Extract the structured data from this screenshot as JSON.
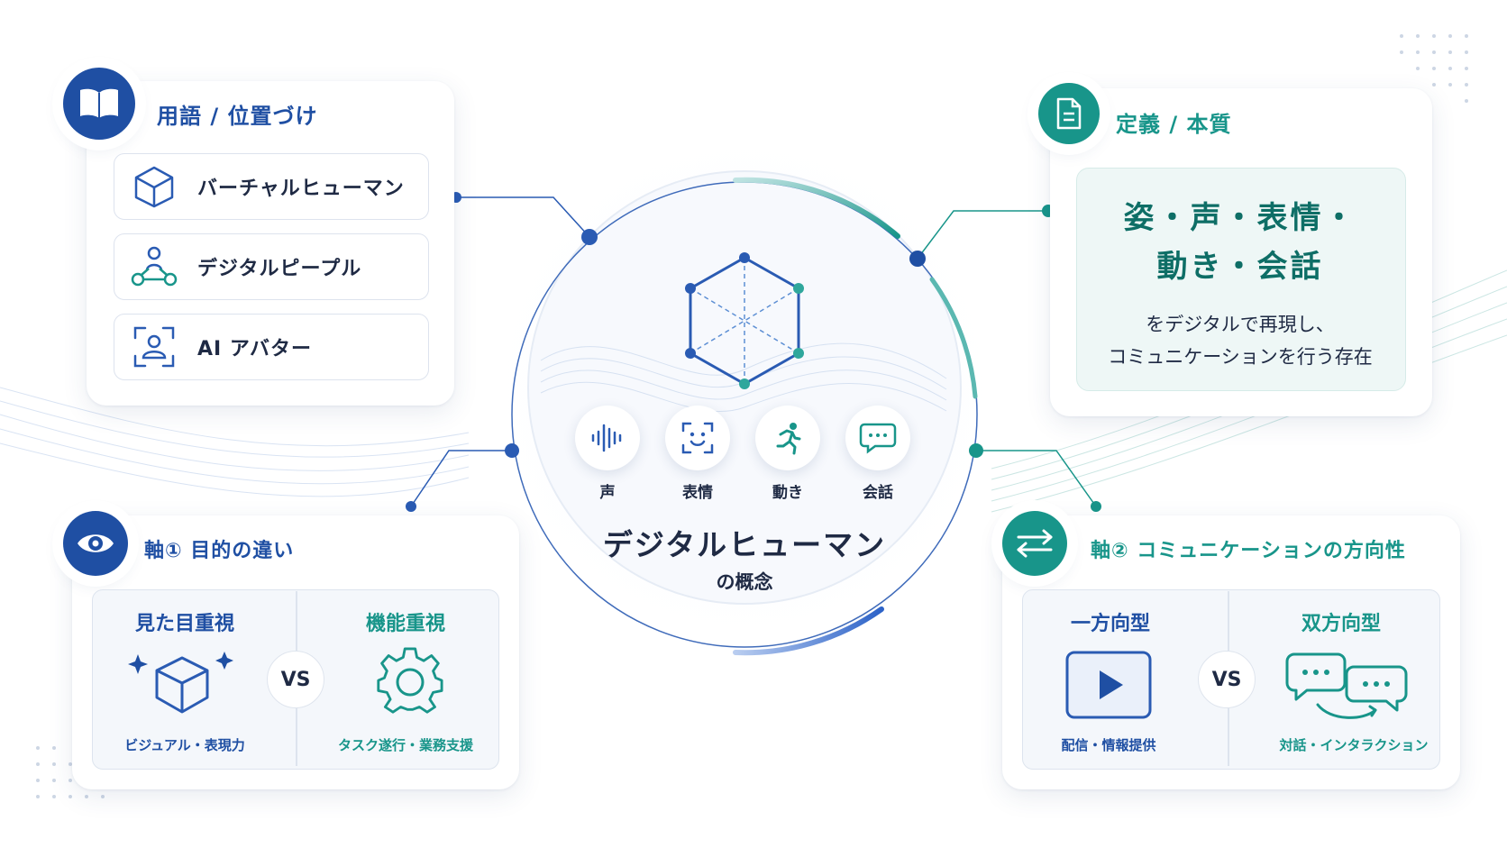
{
  "center": {
    "title": "デジタルヒューマン",
    "subtitle": "の概念",
    "features": [
      {
        "icon": "voice-wave-icon",
        "label": "声"
      },
      {
        "icon": "face-scan-icon",
        "label": "表情"
      },
      {
        "icon": "running-person-icon",
        "label": "動き"
      },
      {
        "icon": "chat-bubble-icon",
        "label": "会話"
      }
    ]
  },
  "terms_card": {
    "title": "用語 / 位置づけ",
    "icon": "book-icon",
    "items": [
      {
        "icon": "cube-icon",
        "label": "バーチャルヒューマン"
      },
      {
        "icon": "network-people-icon",
        "label": "デジタルピープル"
      },
      {
        "icon": "avatar-frame-icon",
        "label": "AI アバター"
      }
    ]
  },
  "definition_card": {
    "title": "定義 / 本質",
    "icon": "document-icon",
    "headline_line1": "姿・声・表情・",
    "headline_line2": "動き・会話",
    "body_line1": "をデジタルで再現し、",
    "body_line2": "コミュニケーションを行う存在"
  },
  "axis1_card": {
    "title": "軸① 目的の違い",
    "icon": "eye-icon",
    "left": {
      "heading": "見た目重視",
      "icon": "sparkle-cube-icon",
      "caption": "ビジュアル・表現力"
    },
    "vs": "VS",
    "right": {
      "heading": "機能重視",
      "icon": "gear-icon",
      "caption": "タスク遂行・業務支援"
    }
  },
  "axis2_card": {
    "title": "軸② コミュニケーションの方向性",
    "icon": "arrows-exchange-icon",
    "left": {
      "heading": "一方向型",
      "icon": "play-button-icon",
      "caption": "配信・情報提供"
    },
    "vs": "VS",
    "right": {
      "heading": "双方向型",
      "icon": "dialogue-bubbles-icon",
      "caption": "対話・インタラクション"
    }
  },
  "colors": {
    "navy": "#1f4fa3",
    "teal": "#18958a",
    "text": "#1f2a44"
  }
}
